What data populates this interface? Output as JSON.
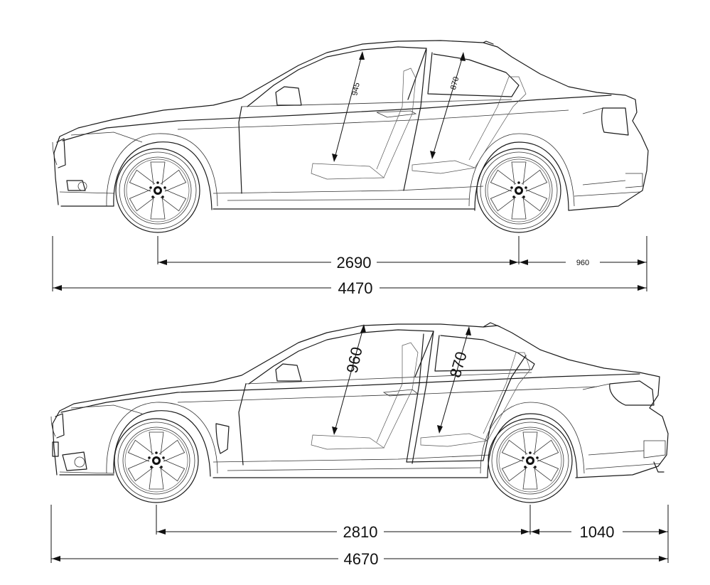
{
  "drawings": [
    {
      "wheelbase": "2690",
      "rear_overhang": "960",
      "length": "4470",
      "front_headroom": "945",
      "rear_headroom": "870"
    },
    {
      "wheelbase": "2810",
      "rear_overhang": "1040",
      "length": "4670",
      "front_headroom": "960",
      "rear_headroom": "870"
    }
  ]
}
